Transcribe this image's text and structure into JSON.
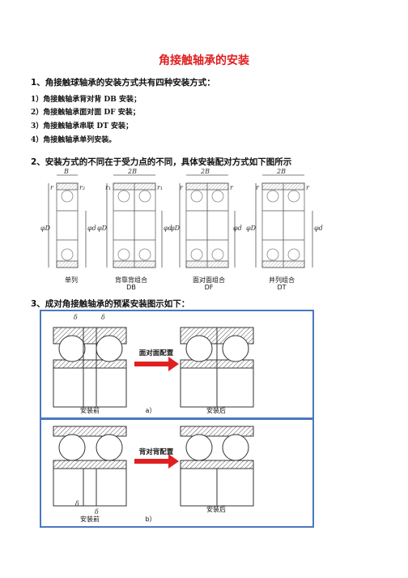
{
  "title": "角接触轴承的安装",
  "section1": {
    "heading": "1、角接触球轴承的安装方式共有四种安装方式：",
    "items": [
      "1）角接触轴承背对背 DB 安装；",
      "2）角接触轴承面对面 DF 安装；",
      "3）角接触轴承串联 DT 安装；",
      "4）角接触轴承单列安装。"
    ]
  },
  "section2": {
    "heading": "2、安装方式的不同在于受力点的不同，具体安装配对方式如下图所示",
    "figure": {
      "dim_single": "B",
      "dim_pair": "2B",
      "r_label": "r",
      "r1_label": "r₁",
      "r2_label": "r₂",
      "outer_dia": "φD",
      "inner_dia": "φd",
      "captions": [
        {
          "main": "单列",
          "sub": ""
        },
        {
          "main": "背靠背组合",
          "sub": "DB"
        },
        {
          "main": "面对面组合",
          "sub": "DF"
        },
        {
          "main": "并列组合",
          "sub": "DT"
        }
      ]
    }
  },
  "section3": {
    "heading": "3、成对角接触轴承的预紧安装图示如下：",
    "panel_a": {
      "arrow_label": "面对面配置",
      "before": "安装前",
      "after": "安装后",
      "tag": "a）",
      "delta": "δ"
    },
    "panel_b": {
      "arrow_label": "背对背配置",
      "before": "安装前",
      "after": "安装后",
      "tag": "b）",
      "delta": "δ"
    }
  },
  "colors": {
    "title": "#e02020",
    "panel_border": "#4a78c0",
    "arrow": "#e02020"
  }
}
